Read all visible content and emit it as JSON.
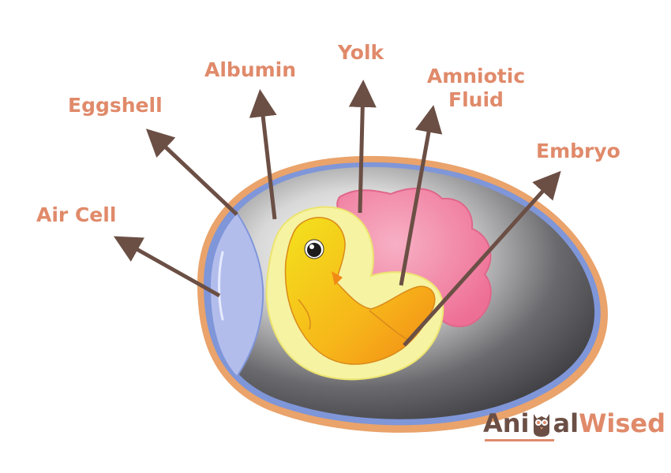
{
  "labels": {
    "air_cell": "Air Cell",
    "eggshell": "Eggshell",
    "albumin": "Albumin",
    "yolk": "Yolk",
    "amniotic_line1": "Amniotic",
    "amniotic_line2": "Fluid",
    "embryo": "Embryo"
  },
  "logo": {
    "part1": "Ani",
    "part2": "al",
    "part3": "Wised",
    "icon": "owl-icon"
  },
  "colors": {
    "label": "#e08a6a",
    "arrow": "#6b4f45",
    "shell": "#e9a36b",
    "membrane": "#7f96d9",
    "air_cell": "#b3bdec",
    "albumin_dark": "#3f3f44",
    "albumin_light": "#f2f2f2",
    "amnion": "#f6f3a2",
    "yolk": "#f07fa0",
    "embryo": "#f5c21b",
    "logo_brown": "#6b4f45",
    "logo_orange": "#e08a6a"
  }
}
